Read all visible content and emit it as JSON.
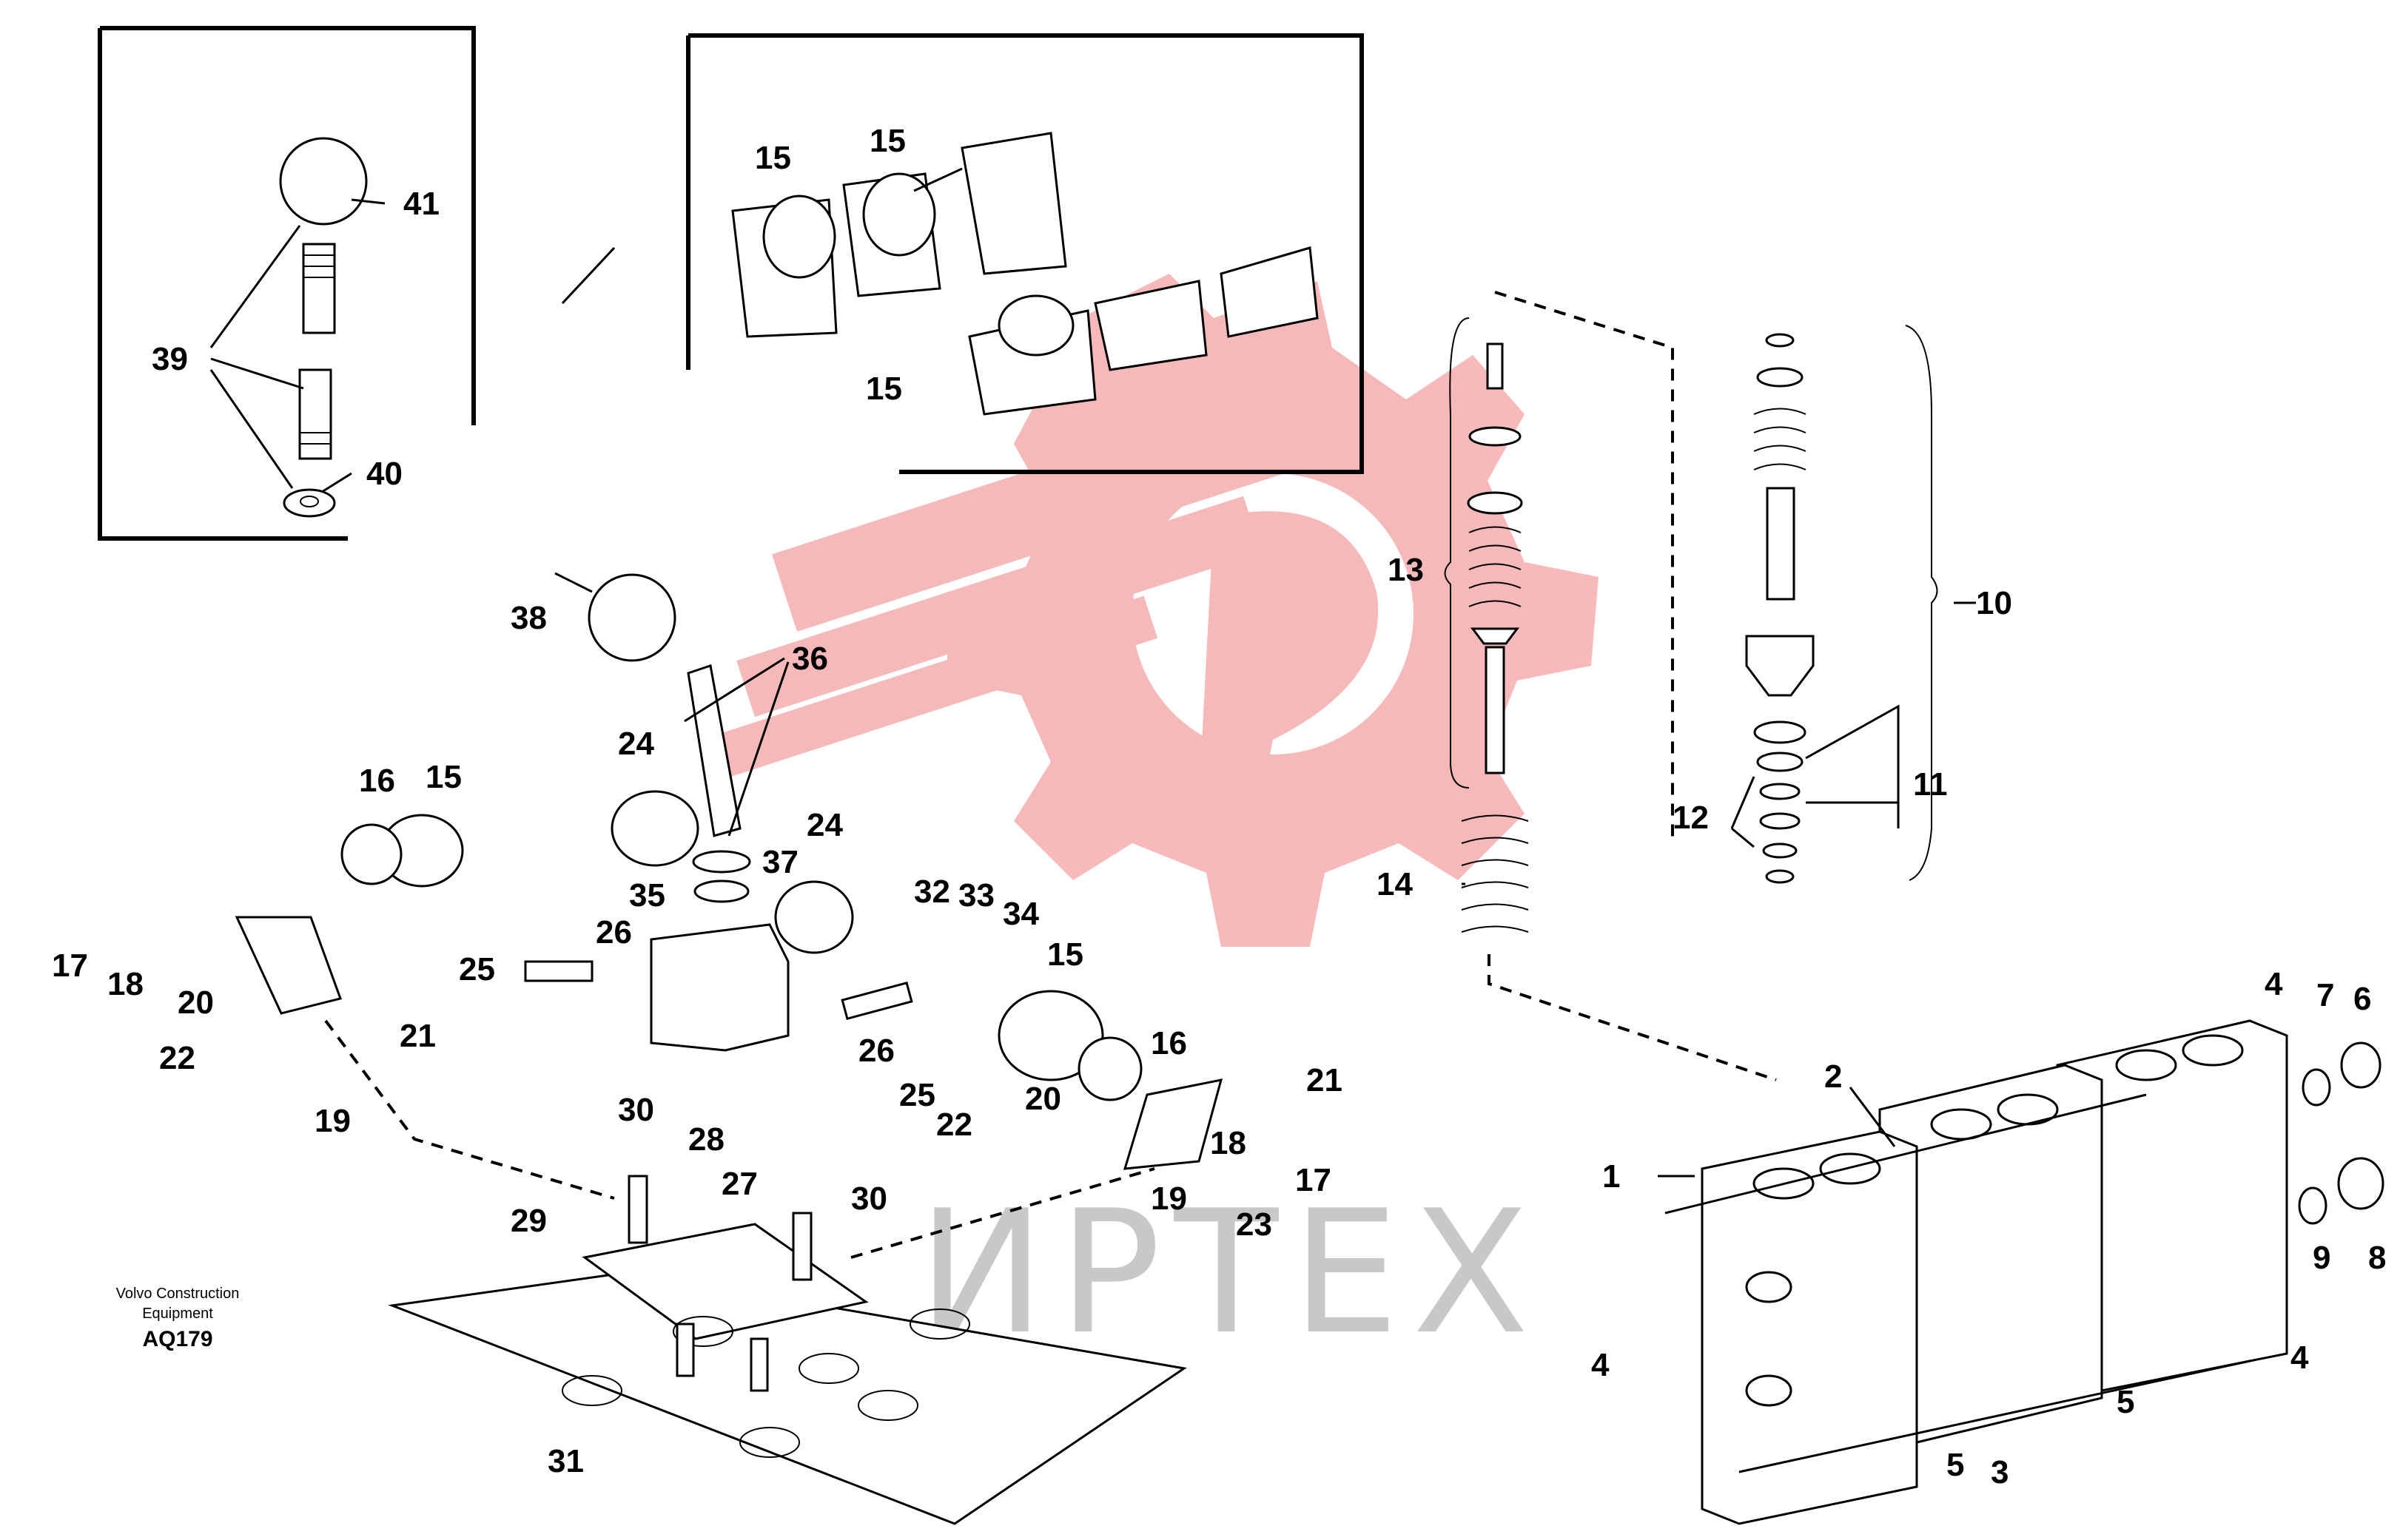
{
  "credit": {
    "line1": "Volvo Construction",
    "line2": "Equipment",
    "code": "AQ179"
  },
  "watermark": {
    "text": "ИРТЕХ",
    "logo_color": "#f08080"
  },
  "callouts": [
    {
      "id": "c41",
      "text": "41"
    },
    {
      "id": "c39",
      "text": "39"
    },
    {
      "id": "c40",
      "text": "40"
    },
    {
      "id": "c15a",
      "text": "15"
    },
    {
      "id": "c15b",
      "text": "15"
    },
    {
      "id": "c15c",
      "text": "15"
    },
    {
      "id": "c13",
      "text": "13"
    },
    {
      "id": "c10",
      "text": "10"
    },
    {
      "id": "c11",
      "text": "11"
    },
    {
      "id": "c12",
      "text": "12"
    },
    {
      "id": "c14",
      "text": "14"
    },
    {
      "id": "c38",
      "text": "38"
    },
    {
      "id": "c36",
      "text": "36"
    },
    {
      "id": "c24a",
      "text": "24"
    },
    {
      "id": "c24b",
      "text": "24"
    },
    {
      "id": "c37",
      "text": "37"
    },
    {
      "id": "c35",
      "text": "35"
    },
    {
      "id": "c32",
      "text": "32"
    },
    {
      "id": "c33",
      "text": "33"
    },
    {
      "id": "c34",
      "text": "34"
    },
    {
      "id": "c16a",
      "text": "16"
    },
    {
      "id": "c15d",
      "text": "15"
    },
    {
      "id": "c17a",
      "text": "17"
    },
    {
      "id": "c18a",
      "text": "18"
    },
    {
      "id": "c20a",
      "text": "20"
    },
    {
      "id": "c21a",
      "text": "21"
    },
    {
      "id": "c22a",
      "text": "22"
    },
    {
      "id": "c19a",
      "text": "19"
    },
    {
      "id": "c25a",
      "text": "25"
    },
    {
      "id": "c26a",
      "text": "26"
    },
    {
      "id": "c26b",
      "text": "26"
    },
    {
      "id": "c25b",
      "text": "25"
    },
    {
      "id": "c28",
      "text": "28"
    },
    {
      "id": "c27",
      "text": "27"
    },
    {
      "id": "c30a",
      "text": "30"
    },
    {
      "id": "c30b",
      "text": "30"
    },
    {
      "id": "c29",
      "text": "29"
    },
    {
      "id": "c31",
      "text": "31"
    },
    {
      "id": "c15e",
      "text": "15"
    },
    {
      "id": "c16b",
      "text": "16"
    },
    {
      "id": "c21b",
      "text": "21"
    },
    {
      "id": "c20b",
      "text": "20"
    },
    {
      "id": "c22b",
      "text": "22"
    },
    {
      "id": "c18b",
      "text": "18"
    },
    {
      "id": "c17b",
      "text": "17"
    },
    {
      "id": "c19b",
      "text": "19"
    },
    {
      "id": "c23",
      "text": "23"
    },
    {
      "id": "c4a",
      "text": "4"
    },
    {
      "id": "c7",
      "text": "7"
    },
    {
      "id": "c6",
      "text": "6"
    },
    {
      "id": "c2",
      "text": "2"
    },
    {
      "id": "c1",
      "text": "1"
    },
    {
      "id": "c9",
      "text": "9"
    },
    {
      "id": "c8",
      "text": "8"
    },
    {
      "id": "c4b",
      "text": "4"
    },
    {
      "id": "c4c",
      "text": "4"
    },
    {
      "id": "c5a",
      "text": "5"
    },
    {
      "id": "c5b",
      "text": "5"
    },
    {
      "id": "c3",
      "text": "3"
    }
  ]
}
